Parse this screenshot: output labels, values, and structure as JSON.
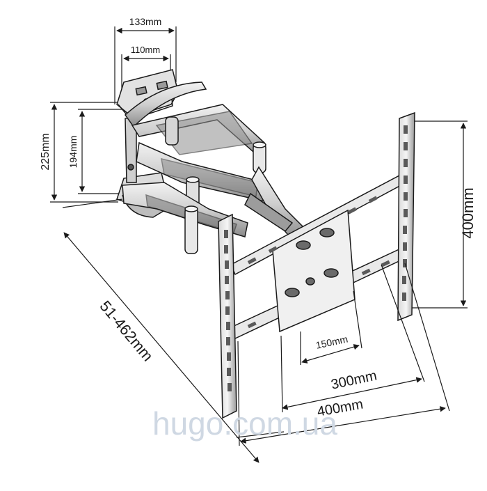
{
  "diagram": {
    "subject": "Full-motion TV wall mount bracket technical drawing",
    "dimensions": {
      "wall_plate_outer_width": "133mm",
      "wall_plate_inner_width": "110mm",
      "wall_plate_outer_height": "225mm",
      "wall_plate_inner_height": "194mm",
      "extension_range": "51-462mm",
      "vesa_height": "400mm",
      "vesa_small_width": "150mm",
      "vesa_medium_width": "300mm",
      "vesa_large_width": "400mm"
    },
    "watermark": "hugo.com.ua",
    "colors": {
      "line": "#1a1a1a",
      "metal_light": "#e6e6e6",
      "metal_mid": "#bdbdbd",
      "metal_dark": "#5a5a5a",
      "watermark": "#cfd8e3"
    }
  }
}
